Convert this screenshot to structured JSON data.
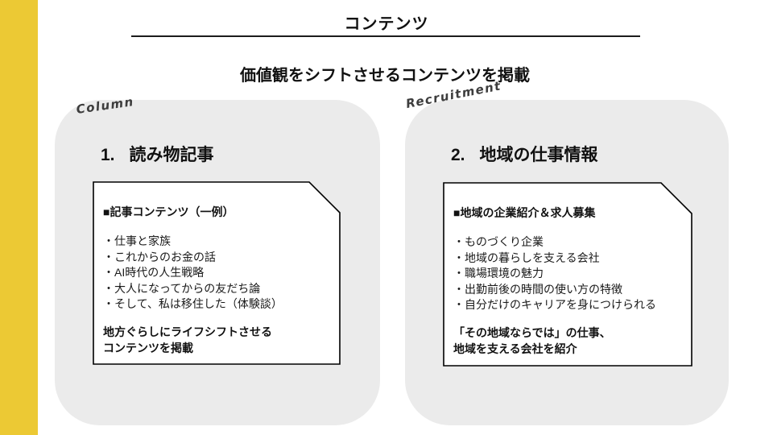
{
  "title": "コンテンツ",
  "subtitle": "価値観をシフトさせるコンテンツを掲載",
  "colors": {
    "accent_yellow": "#ECC934",
    "card_gray": "#EBEBEB",
    "handwriting_gray": "#3D3D3D",
    "text_black": "#111111"
  },
  "cards": [
    {
      "tag": "Column",
      "heading_number": "1.",
      "heading": "読み物記事",
      "note": {
        "header": "■記事コンテンツ（一例）",
        "bullets": [
          "・仕事と家族",
          "・これからのお金の話",
          "・AI時代の人生戦略",
          "・大人になってからの友だち論",
          "・そして、私は移住した（体験談）"
        ],
        "footer_lines": [
          "地方ぐらしにライフシフトさせる",
          "コンテンツを掲載"
        ]
      }
    },
    {
      "tag": "Recruitment",
      "heading_number": "2.",
      "heading": "地域の仕事情報",
      "note": {
        "header": "■地域の企業紹介＆求人募集",
        "bullets": [
          "・ものづくり企業",
          "・地域の暮らしを支える会社",
          "・職場環境の魅力",
          "・出勤前後の時間の使い方の特徴",
          "・自分だけのキャリアを身につけられる"
        ],
        "footer_lines": [
          "「その地域ならでは」の仕事、",
          "地域を支える会社を紹介"
        ]
      }
    }
  ]
}
